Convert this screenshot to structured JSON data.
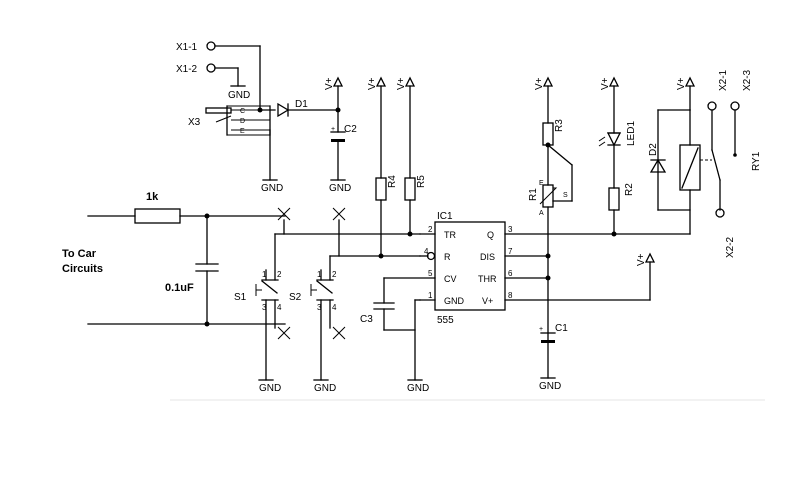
{
  "ic": {
    "name": "IC1",
    "part": "555",
    "pins": [
      {
        "num": "2",
        "name": "TR"
      },
      {
        "num": "3",
        "name": "Q"
      },
      {
        "num": "4",
        "name": "R"
      },
      {
        "num": "7",
        "name": "DIS"
      },
      {
        "num": "5",
        "name": "CV"
      },
      {
        "num": "6",
        "name": "THR"
      },
      {
        "num": "1",
        "name": "GND"
      },
      {
        "num": "8",
        "name": "V+"
      }
    ]
  },
  "connectors": {
    "x1_1": "X1-1",
    "x1_2": "X1-2",
    "x3": "X3",
    "x3_c": "C",
    "x3_d": "D",
    "x3_e": "E",
    "x2_1": "X2-1",
    "x2_2": "X2-2",
    "x2_3": "X2-3"
  },
  "components": {
    "d1": "D1",
    "d2": "D2",
    "c1": "C1",
    "c2": "C2",
    "c3": "C3",
    "r1": "R1",
    "r1_e": "E",
    "r1_s": "S",
    "r1_a": "A",
    "r2": "R2",
    "r3": "R3",
    "r4": "R4",
    "r5": "R5",
    "led1": "LED1",
    "ry1": "RY1",
    "s1": "S1",
    "s2": "S2",
    "plus": "+"
  },
  "switch_pins": {
    "one": "1",
    "two": "2",
    "three": "3",
    "four": "4"
  },
  "input": {
    "resistor": "1k",
    "capacitor": "0.1uF",
    "note_line1": "To Car",
    "note_line2": "Circuits"
  },
  "symbols": {
    "vplus": "V+",
    "gnd": "GND"
  }
}
